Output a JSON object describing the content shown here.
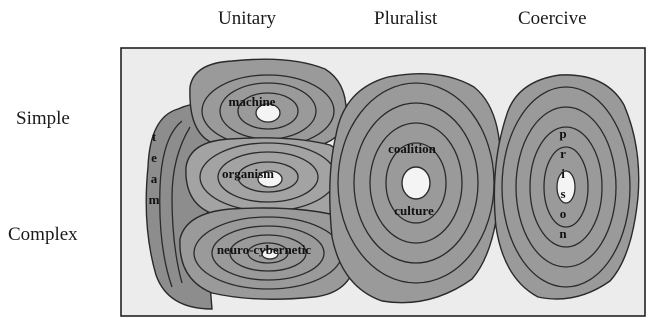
{
  "columns": {
    "unitary": "Unitary",
    "pluralist": "Pluralist",
    "coercive": "Coercive"
  },
  "rows": {
    "simple": "Simple",
    "complex": "Complex"
  },
  "metaphors": {
    "machine": "machine",
    "organism": "organism",
    "neuro_cybernetic": "neuro-cybernetic",
    "coalition": "coalition",
    "culture": "culture",
    "team": [
      "t",
      "e",
      "a",
      "m"
    ],
    "prison": [
      "p",
      "r",
      "i",
      "s",
      "o",
      "n"
    ]
  },
  "colors": {
    "blob_fill": "#9a9a9a",
    "ring_stroke": "#2a2a2a",
    "panel_fill": "#ececec",
    "panel_border": "#222222"
  }
}
